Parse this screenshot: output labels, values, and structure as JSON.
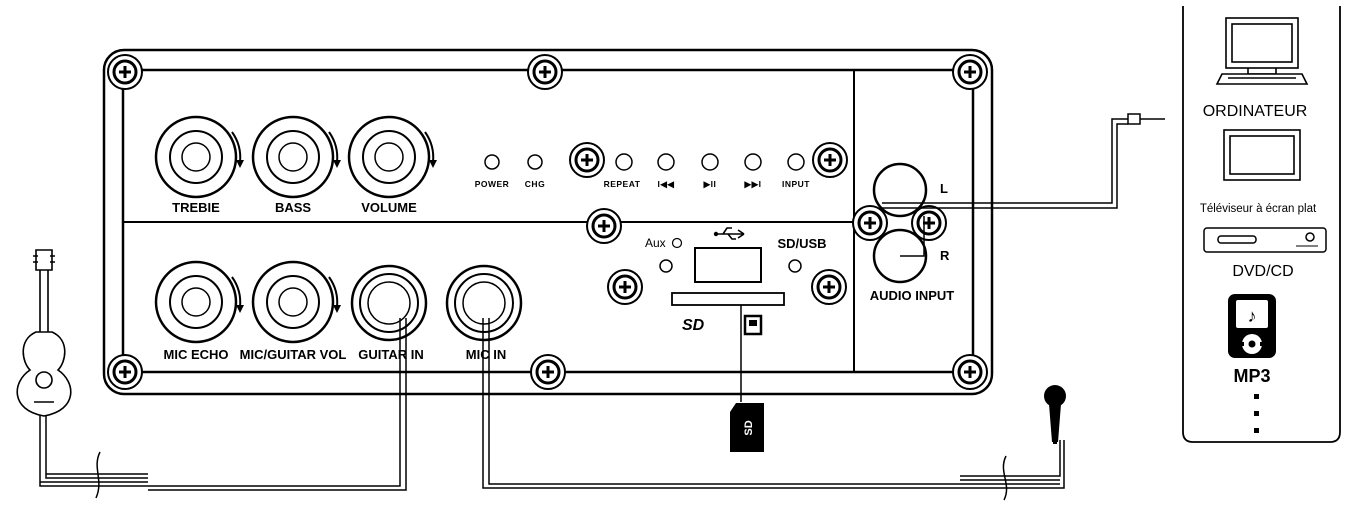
{
  "panel": {
    "knobs_top": [
      "TREBIE",
      "BASS",
      "VOLUME"
    ],
    "knobs_bottom": [
      "MIC ECHO",
      "MIC/GUITAR VOL"
    ],
    "jacks": [
      "GUITAR IN",
      "MIC IN"
    ],
    "indicators": [
      "POWER",
      "CHG"
    ],
    "buttons": [
      "REPEAT",
      "I◀◀",
      "▶II",
      "▶▶I",
      "INPUT"
    ],
    "aux_label": "Aux",
    "sd_usb_label": "SD/USB",
    "audio_input_label": "AUDIO INPUT",
    "channel_left": "L",
    "channel_right": "R",
    "sd_logo": "SD"
  },
  "sources": {
    "computer": "ORDINATEUR",
    "tv": "Téléviseur à écran plat",
    "dvd": "DVD/CD",
    "mp3": "MP3"
  },
  "icons": [
    "guitar-icon",
    "microphone-icon",
    "sd-card-icon",
    "usb-icon",
    "computer-icon",
    "tv-icon",
    "dvd-player-icon",
    "mp3-player-icon"
  ]
}
